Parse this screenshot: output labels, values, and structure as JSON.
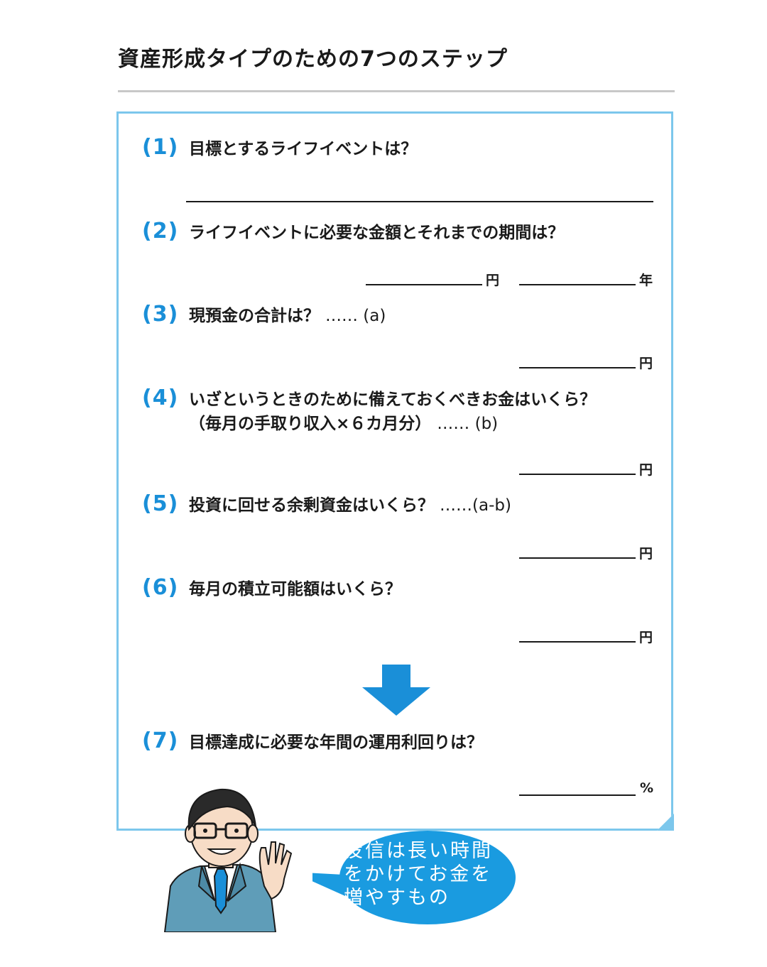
{
  "title": "資産形成タイプのための7つのステップ",
  "steps": [
    {
      "num": "(1)",
      "question": "目標とするライフイベントは？",
      "suffix": ""
    },
    {
      "num": "(2)",
      "question": "ライフイベントに必要な金額とそれまでの期間は？",
      "suffix": "",
      "unit_yen": "円",
      "unit_year": "年"
    },
    {
      "num": "(3)",
      "question": "現預金の合計は？",
      "suffix": "…… (a)",
      "unit": "円"
    },
    {
      "num": "(4)",
      "question": "いざというときのために備えておくべきお金はいくら？",
      "line2": "（毎月の手取り収入×６カ月分）",
      "suffix": "…… (b)",
      "unit": "円"
    },
    {
      "num": "(5)",
      "question": "投資に回せる余剰資金はいくら？",
      "suffix": "……(a-b)",
      "unit": "円"
    },
    {
      "num": "(6)",
      "question": "毎月の積立可能額はいくら？",
      "suffix": "",
      "unit": "円"
    },
    {
      "num": "(7)",
      "question": "目標達成に必要な年間の運用利回りは？",
      "suffix": "",
      "unit": "%"
    }
  ],
  "bubble": {
    "line1": "投信は長い時間",
    "line2": "をかけてお金を",
    "line3": "増やすもの"
  },
  "colors": {
    "accent": "#1a8fd8",
    "frame": "#7cc7ec",
    "bubble": "#1a9be0"
  }
}
